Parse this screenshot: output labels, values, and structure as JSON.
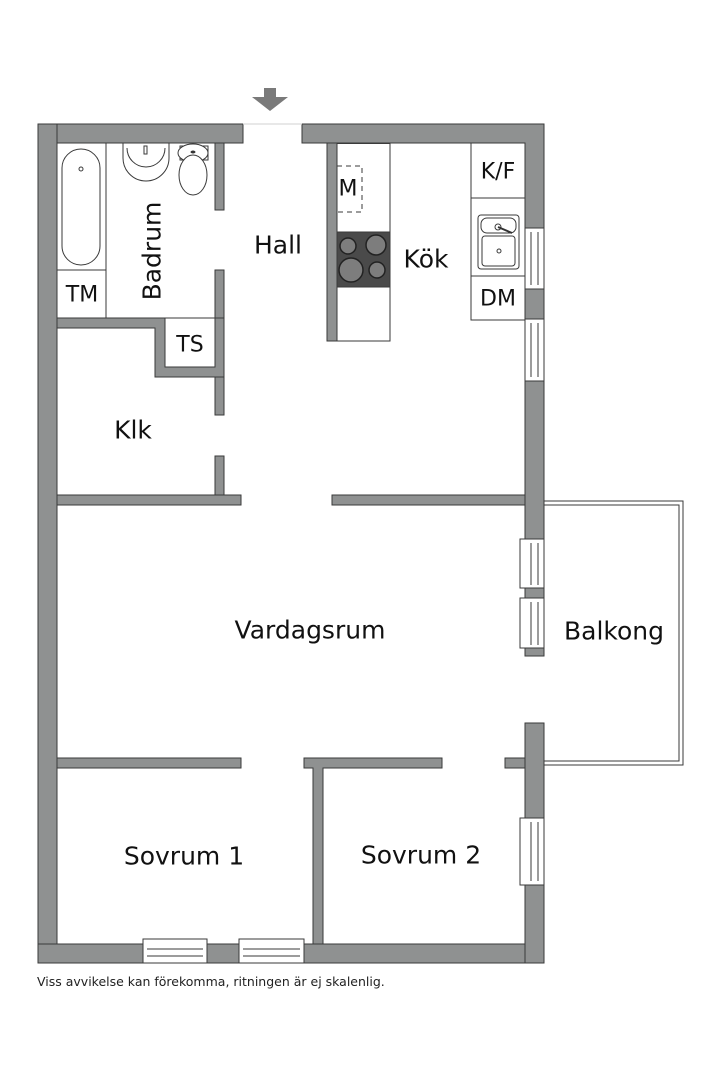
{
  "floorplan": {
    "entrance_marker": "arrow-down",
    "colors": {
      "wall": "#8f9191",
      "outline": "#3a3a3a",
      "stove": "#4a4a4a",
      "background": "#ffffff"
    },
    "rooms": {
      "badrum": "Badrum",
      "hall": "Hall",
      "kok": "Kök",
      "klk": "Klk",
      "vardagsrum": "Vardagsrum",
      "balkong": "Balkong",
      "sovrum1": "Sovrum 1",
      "sovrum2": "Sovrum 2"
    },
    "fixtures": {
      "tm": "TM",
      "ts": "TS",
      "m": "M",
      "kf": "K/F",
      "dm": "DM"
    },
    "footnote": "Viss avvikelse kan förekomma, ritningen är ej skalenlig."
  }
}
